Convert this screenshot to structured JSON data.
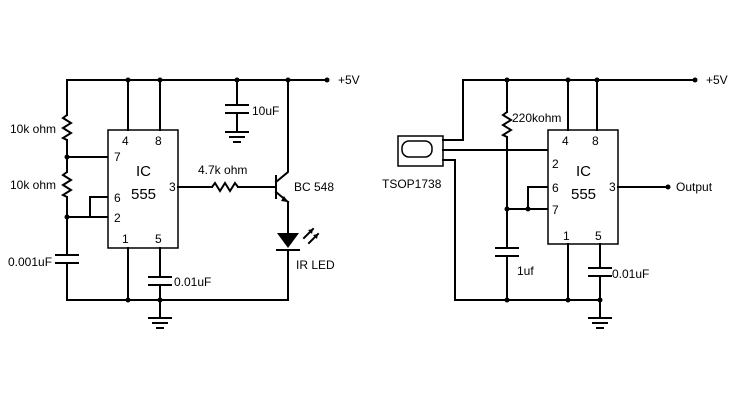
{
  "supply": {
    "left": "+5V",
    "right": "+5V"
  },
  "transmitter": {
    "ic": {
      "label": "IC",
      "part": "555",
      "pins": {
        "p4": "4",
        "p8": "8",
        "p7": "7",
        "p6": "6",
        "p2": "2",
        "p3": "3",
        "p1": "1",
        "p5": "5"
      }
    },
    "r1": "10k ohm",
    "r2": "10k ohm",
    "c_timing": "0.001uF",
    "c_ctrl": "0.01uF",
    "c_bypass": "10uF",
    "r_base": "4.7k ohm",
    "transistor": "BC 548",
    "led": "IR LED"
  },
  "receiver": {
    "sensor": "TSOP1738",
    "r_pullup": "220kohm",
    "ic": {
      "label": "IC",
      "part": "555",
      "pins": {
        "p4": "4",
        "p8": "8",
        "p2": "2",
        "p6": "6",
        "p7": "7",
        "p3": "3",
        "p1": "1",
        "p5": "5"
      }
    },
    "c_timing": "1uf",
    "c_ctrl": "0.01uF",
    "output": "Output"
  }
}
